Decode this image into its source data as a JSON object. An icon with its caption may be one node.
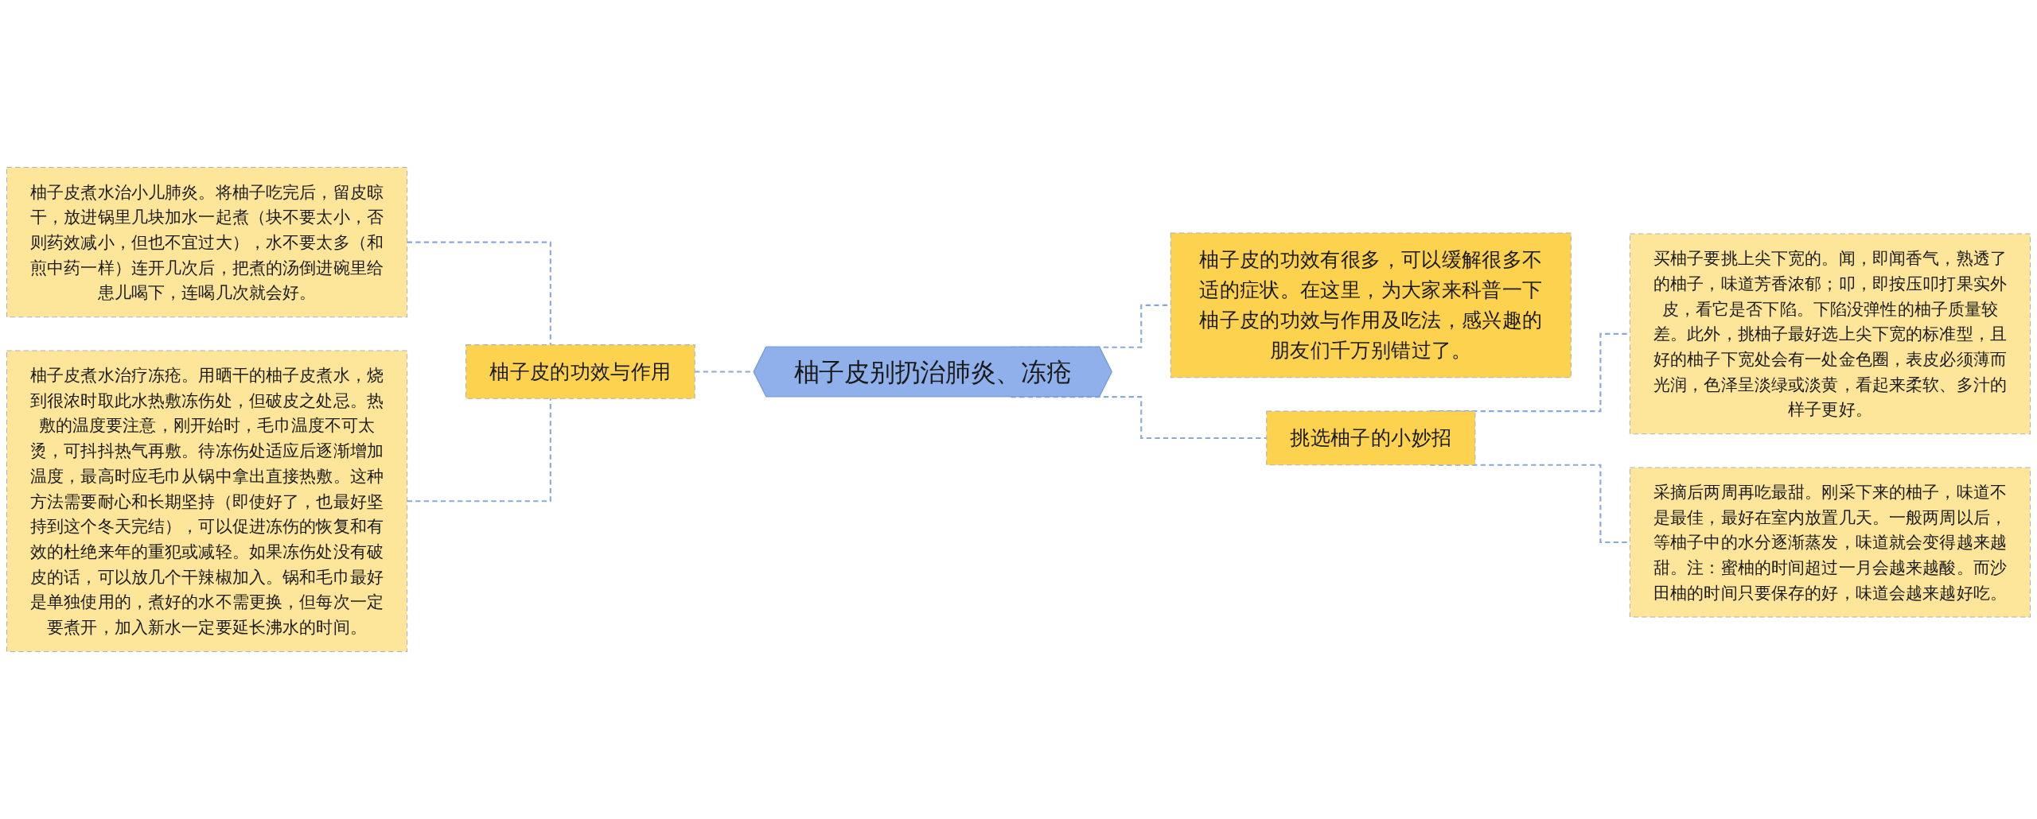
{
  "diagram": {
    "nodes": [
      {
        "text": [
          "柚子皮别扔治肺炎、冻疮"
        ]
      },
      {
        "text": [
          "柚子皮的功效与作用"
        ]
      },
      {
        "text": [
          "柚子皮煮水治小儿肺炎。将柚子吃完后，留皮晾干，放进锅里几块加水一起煮（块不要太小，否则药效减小，但也不宜过大），水不要太多（和煎中药一样）连开几次后，把煮的汤倒进碗里给患儿喝下，连喝几次就会好。"
        ]
      },
      {
        "text": [
          "柚子皮煮水治疗冻疮。用晒干的柚子皮煮水，烧到很浓时取此水热敷冻伤处，但破皮之处忌。热敷的温度要注意，刚开始时，毛巾温度不可太烫，可抖抖热气再敷。待冻伤处适应后逐渐增加温度，最高时应毛巾从锅中拿出直接热敷。这种方法需要耐心和长期坚持（即使好了，也最好坚持到这个冬天完结），可以促进冻伤的恢复和有效的杜绝来年的重犯或减轻。如果冻伤处没有破皮的话，可以放几个干辣椒加入。锅和毛巾最好是单独使用的，煮好的水不需更换，但每次一定要煮开，加入新水一定要延长沸水的时间。"
        ]
      },
      {
        "text": [
          "柚子皮的功效有很多，可以缓解很多不适的症状。在这里，为大家来科普一下柚子皮的功效与作用及吃法，感兴趣的朋友们千万别错过了。"
        ]
      },
      {
        "text": [
          "挑选柚子的小妙招"
        ]
      },
      {
        "text": [
          "买柚子要挑上尖下宽的。闻，即闻香气，熟透了的柚子，味道芳香浓郁；叩，即按压叩打果实外皮，看它是否下陷。下陷没弹性的柚子质量较差。此外，挑柚子最好选上尖下宽的标准型，且好的柚子下宽处会有一处金色圈，表皮必须薄而光润，色泽呈淡绿或淡黄，看起来柔软、多汁的样子更好。"
        ]
      },
      {
        "text": [
          "采摘后两周再吃最甜。刚采下来的柚子，味道不是最佳，最好在室内放置几天。一般两周以后，等柚子中的水分逐渐蒸发，味道就会变得越来越甜。注：蜜柚的时间超过一月会越来越酸。而沙田柚的时间只要保存的好，味道会越来越好吃。"
        ]
      }
    ],
    "edges": [
      {
        "from": 0,
        "to": 1,
        "arrow": "none",
        "style": "dashed"
      },
      {
        "from": 1,
        "to": 2,
        "arrow": "none",
        "style": "dashed"
      },
      {
        "from": 1,
        "to": 3,
        "arrow": "none",
        "style": "dashed"
      },
      {
        "from": 0,
        "to": 4,
        "arrow": "none",
        "style": "dashed"
      },
      {
        "from": 0,
        "to": 5,
        "arrow": "none",
        "style": "dashed"
      },
      {
        "from": 5,
        "to": 6,
        "arrow": "none",
        "style": "dashed"
      },
      {
        "from": 5,
        "to": 7,
        "arrow": "none",
        "style": "dashed"
      }
    ]
  }
}
